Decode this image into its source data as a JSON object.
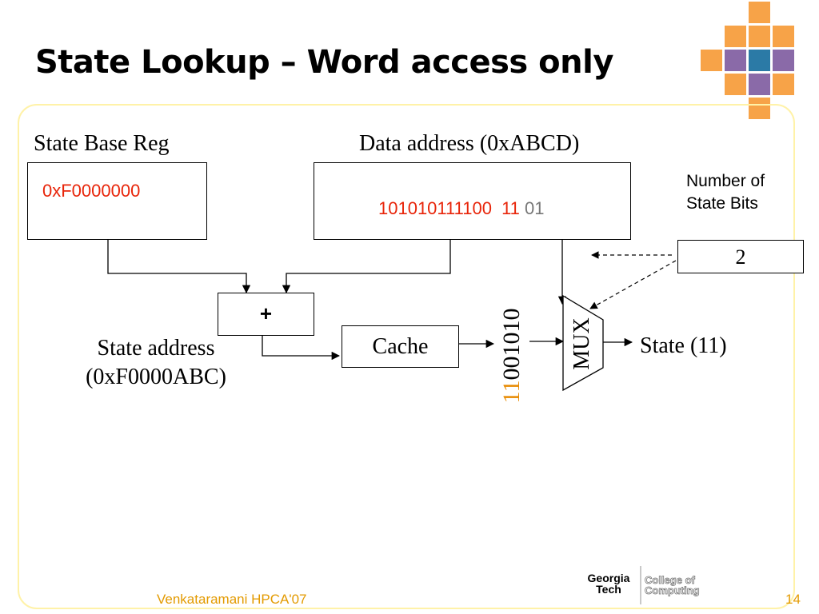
{
  "slide": {
    "title": "State Lookup – Word access only",
    "footer_left": "Venkataramani HPCA'07",
    "page_number": "14"
  },
  "diagram": {
    "state_base_reg_label": "State Base Reg",
    "state_base_value": "0xF0000000",
    "data_address_label": "Data address (0xABCD)",
    "data_address_bits_main": "101010111100",
    "data_address_bits_state": "11",
    "data_address_bits_offset": "01",
    "num_state_bits_label_line1": "Number of",
    "num_state_bits_label_line2": "State Bits",
    "num_state_bits_value": "2",
    "adder_symbol": "+",
    "state_address_line1": "State address",
    "state_address_line2": "(0xF0000ABC)",
    "cache_label": "Cache",
    "cache_output_highlight": "11",
    "cache_output_rest": "001010",
    "mux_label": "MUX",
    "state_output": "State (11)"
  },
  "logo": {
    "line1": "Georgia",
    "line2": "Tech",
    "right_line1": "College of",
    "right_line2": "Computing"
  },
  "colors": {
    "accent_orange": "#f7a348",
    "highlight_red": "#e8250a",
    "highlight_orange": "#e88a00",
    "footer": "#e39a00",
    "frame": "#fff2a8"
  }
}
